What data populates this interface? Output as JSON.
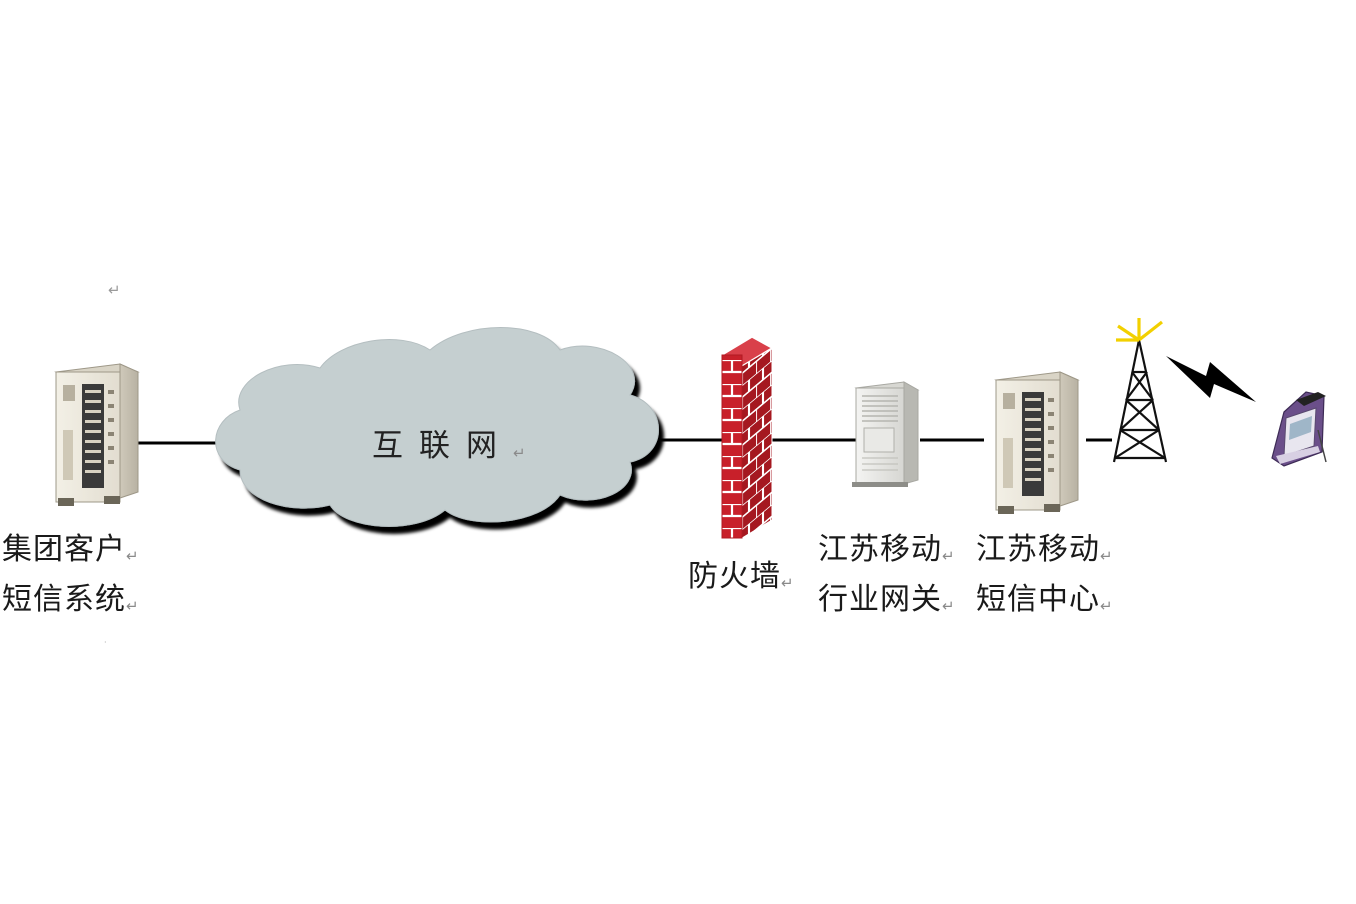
{
  "paragraph_mark": "↵",
  "nodes": {
    "client": {
      "line1": "集团客户",
      "line2": "短信系统"
    },
    "internet": {
      "label": "互联网"
    },
    "firewall": {
      "label": "防火墙"
    },
    "gateway": {
      "line1": "江苏移动",
      "line2": "行业网关"
    },
    "smsc": {
      "line1": "江苏移动",
      "line2": "短信中心"
    }
  },
  "icons": [
    "server-icon",
    "cloud-icon",
    "brick-firewall-icon",
    "gateway-server-icon",
    "server-icon",
    "antenna-tower-icon",
    "lightning-bolt-icon",
    "handheld-device-icon"
  ],
  "colors": {
    "cloud_fill": "#c5cfd0",
    "brick": "#c8202a",
    "mortar": "#ffffff",
    "line": "#000000",
    "antenna_tip": "#f2d000",
    "device": "#6b4f8a"
  }
}
